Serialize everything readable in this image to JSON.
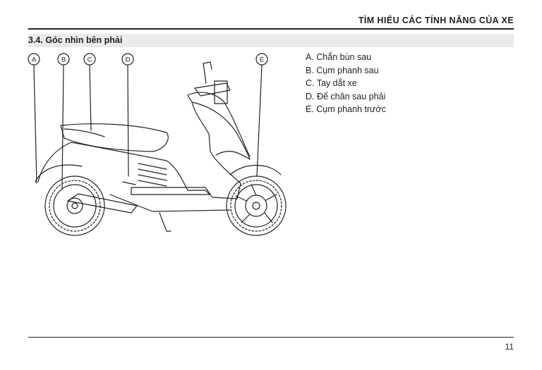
{
  "header": {
    "title": "TÌM HIỂU CÁC TÍNH NĂNG CỦA XE"
  },
  "section": {
    "title": "3.4. Góc nhìn bên phải"
  },
  "figure": {
    "callouts": [
      {
        "letter": "A"
      },
      {
        "letter": "B"
      },
      {
        "letter": "C"
      },
      {
        "letter": "D"
      },
      {
        "letter": "E"
      }
    ]
  },
  "legend": [
    "A. Chắn bùn sau",
    "B. Cụm phanh sau",
    "C. Tay dắt xe",
    "D. Để chân sau phải",
    "E. Cụm phanh trước"
  ],
  "footer": {
    "page_number": "11"
  }
}
